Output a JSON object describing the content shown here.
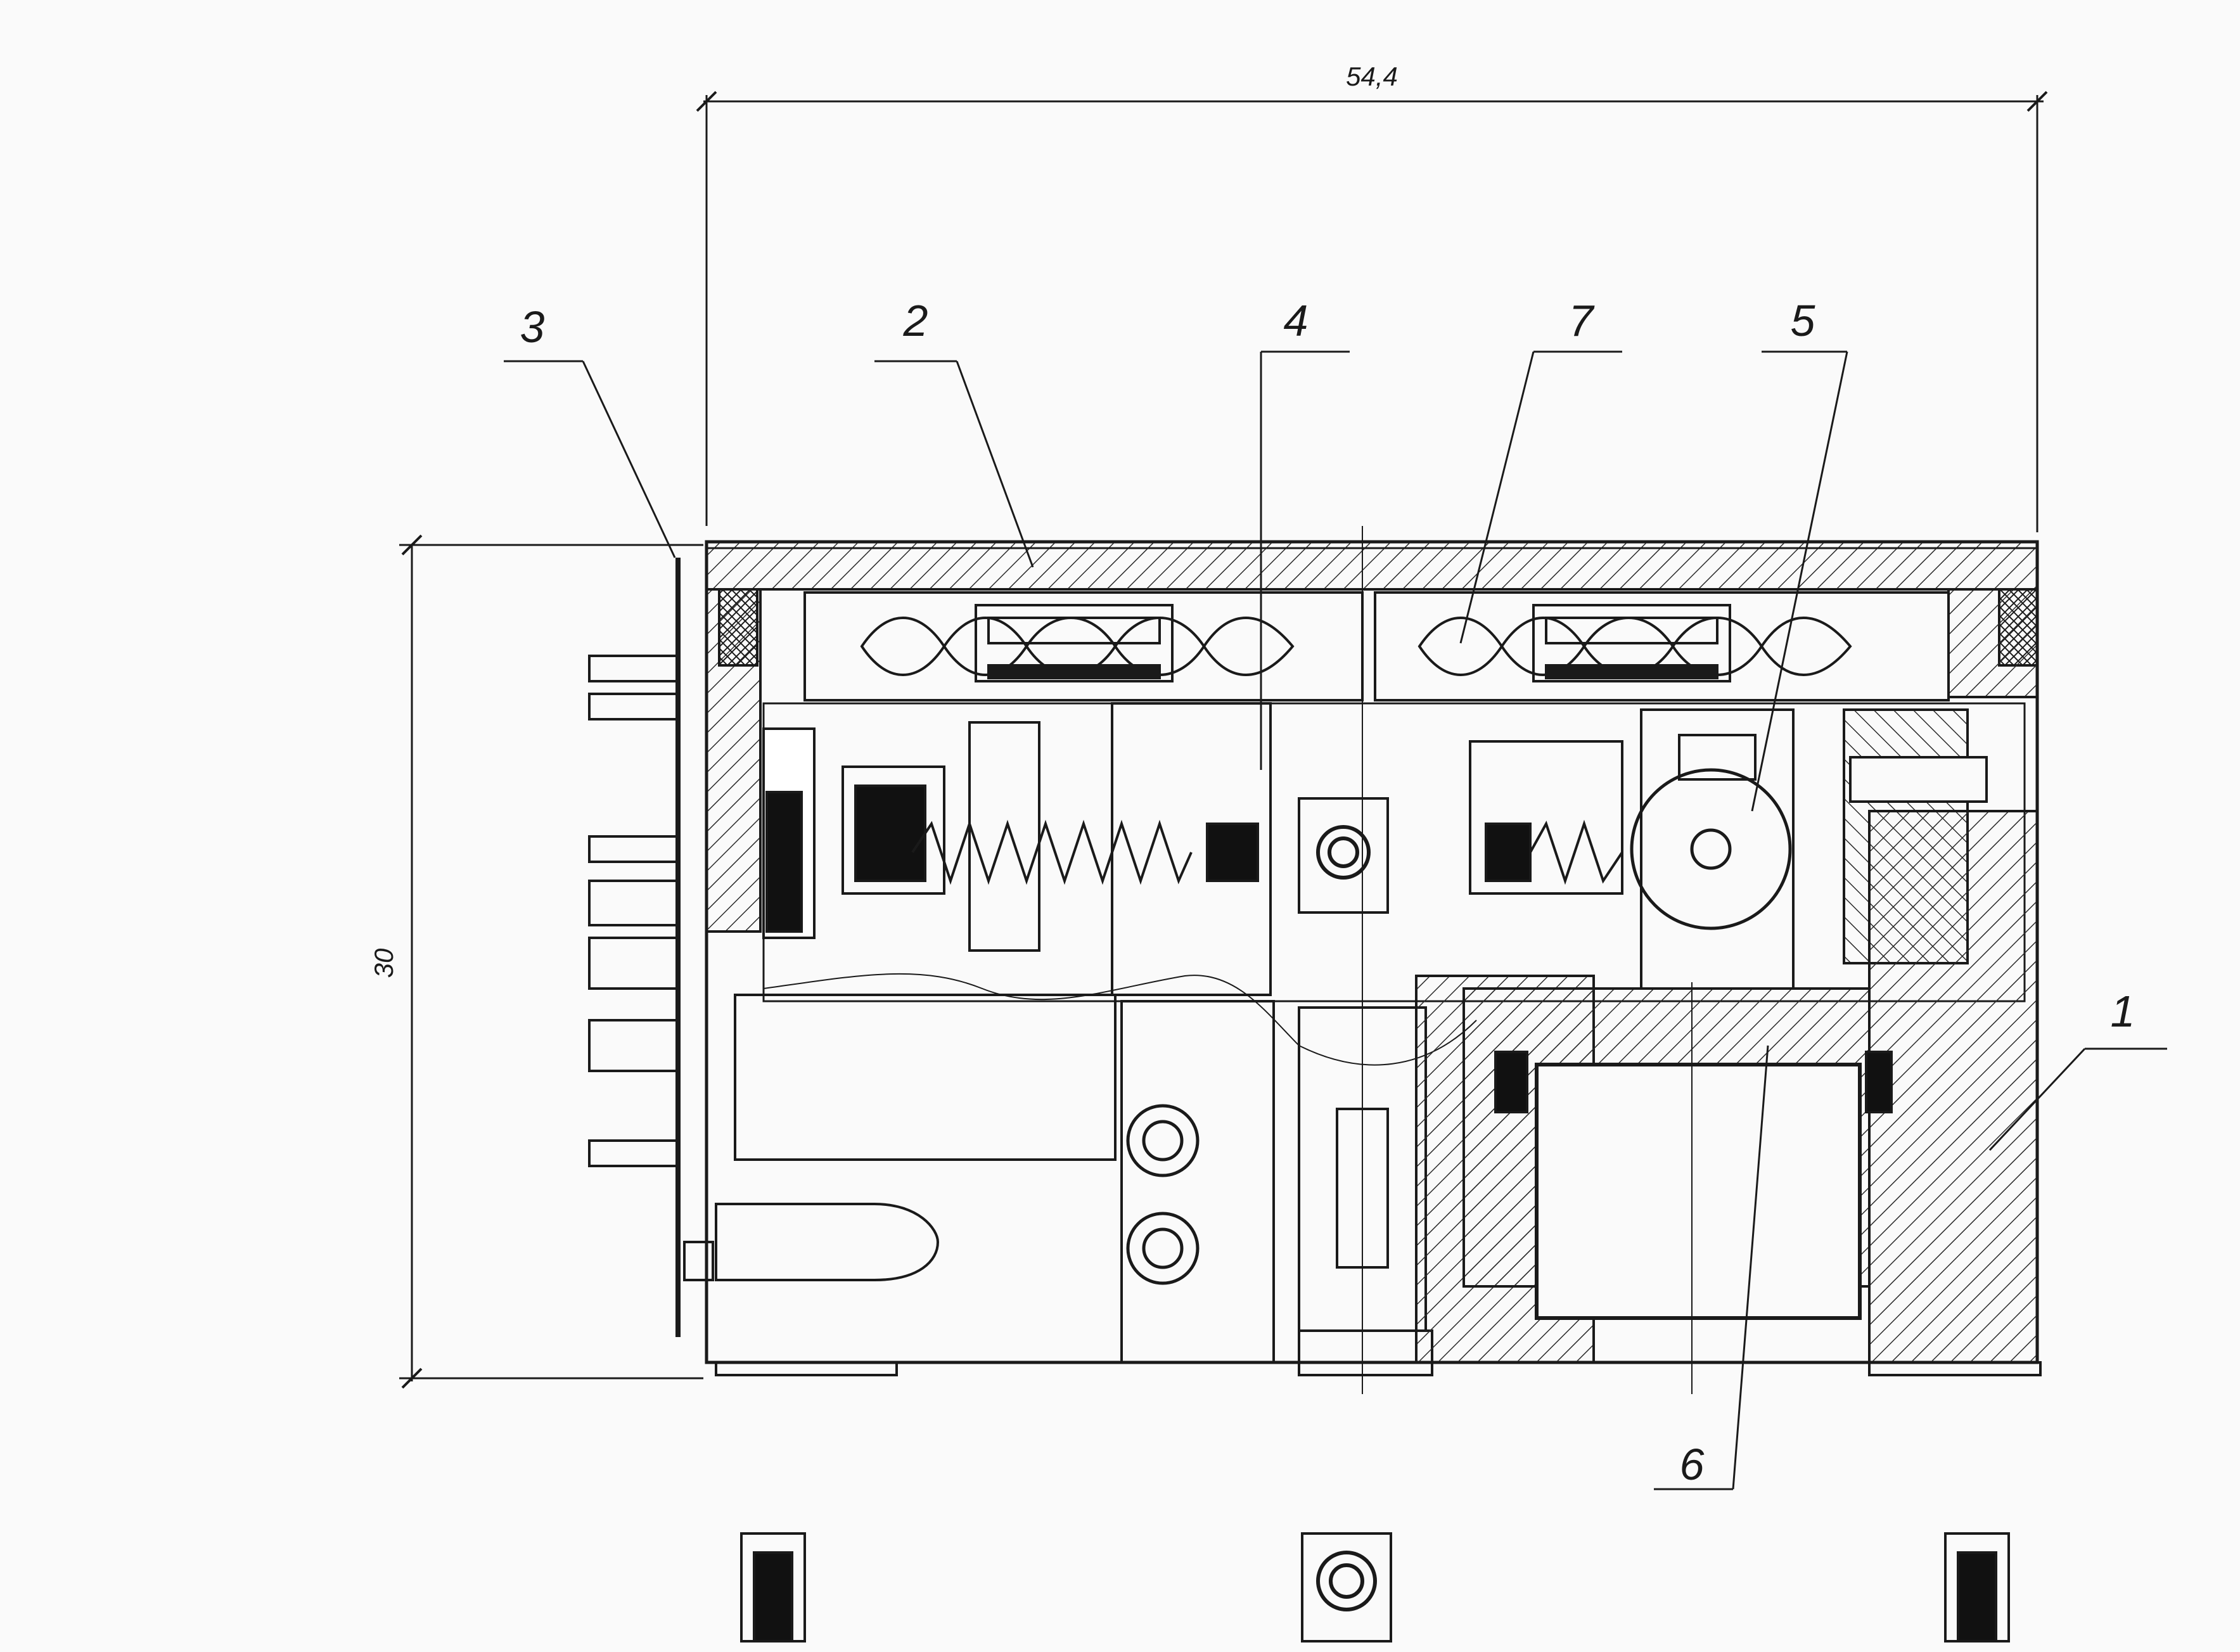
{
  "drawing": {
    "dimensions": {
      "width": "54,4",
      "height": "30"
    },
    "callouts": [
      {
        "id": "3",
        "label": "3"
      },
      {
        "id": "2",
        "label": "2"
      },
      {
        "id": "4",
        "label": "4"
      },
      {
        "id": "7",
        "label": "7"
      },
      {
        "id": "5",
        "label": "5"
      },
      {
        "id": "1",
        "label": "1"
      },
      {
        "id": "6",
        "label": "6"
      }
    ],
    "colors": {
      "ink": "#1a1a1a",
      "paper": "#fafafa",
      "hatch": "#2a2a2a"
    }
  }
}
